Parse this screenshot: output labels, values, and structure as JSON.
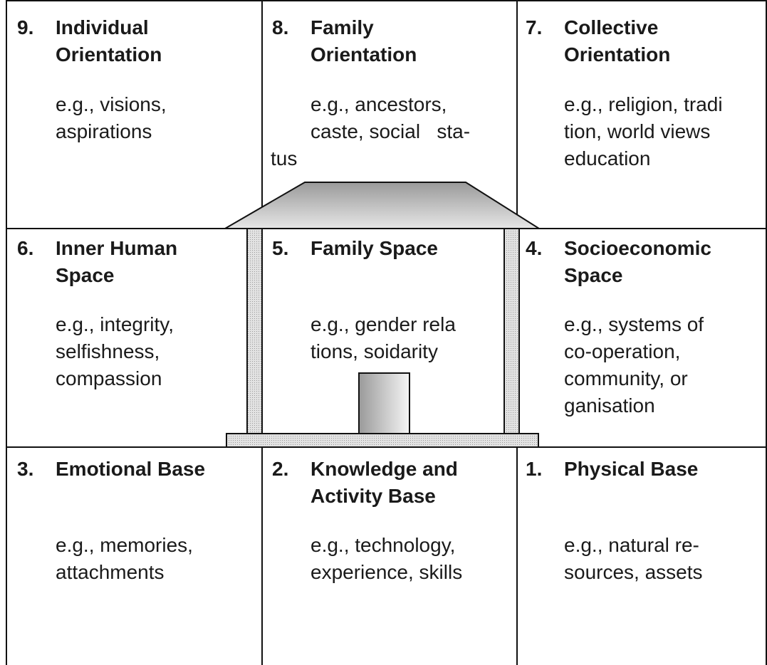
{
  "cells": [
    {
      "number": "9.",
      "title": "Individual\nOrientation",
      "description": "e.g., visions,\naspirations"
    },
    {
      "number": "8.",
      "title": "Family\nOrientation",
      "description": "e.g., ancestors,\ncaste, social   sta-"
    },
    {
      "number": "7.",
      "title": "Collective\nOrientation",
      "description": "e.g., religion, tradi\ntion, world views\neducation"
    },
    {
      "number": "6.",
      "title": "Inner Human\nSpace",
      "description": "e.g., integrity,\nselfishness,\ncompassion"
    },
    {
      "number": "5.",
      "title": "Family Space",
      "description": "e.g., gender rela\ntions, soidarity"
    },
    {
      "number": "4.",
      "title": "Socioeconomic\nSpace",
      "description": "e.g., systems of\nco-operation,\ncommunity, or\nganisation"
    },
    {
      "number": "3.",
      "title": "Emotional Base",
      "description": "e.g., memories,\nattachments"
    },
    {
      "number": "2.",
      "title": "Knowledge and\nActivity Base",
      "description": "e.g., technology,\nexperience, skills"
    },
    {
      "number": "1.",
      "title": "Physical Base",
      "description": "e.g., natural re-\nsources, assets"
    }
  ],
  "cell8_overflow": "tus",
  "colors": {
    "line": "#111111",
    "fill_light": "#e6e6e6",
    "fill_dark": "#9a9a9a"
  }
}
